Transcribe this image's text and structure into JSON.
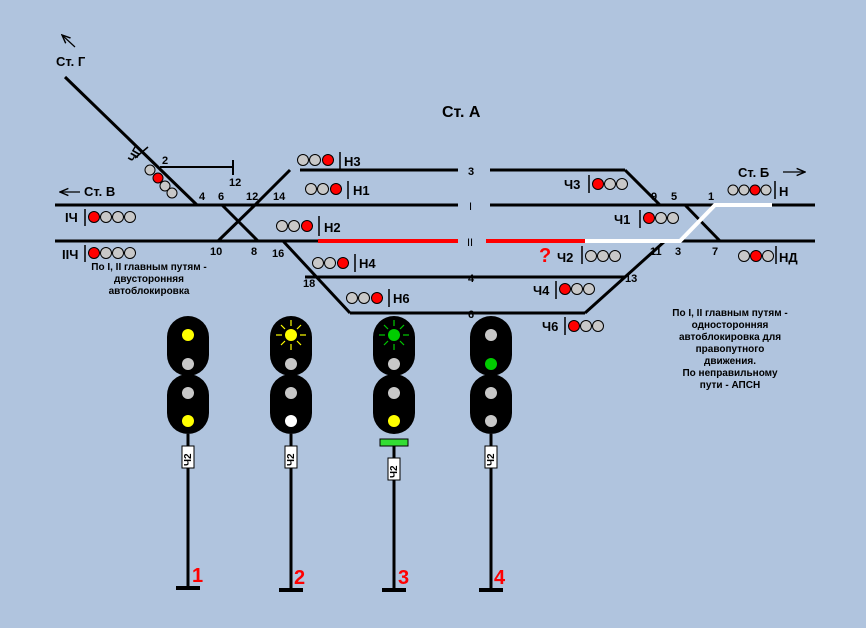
{
  "stations": {
    "center": "Ст. А",
    "left": "Ст. В",
    "top_left": "Ст. Г",
    "right": "Ст. Б"
  },
  "tracks": [
    "3",
    "I",
    "II",
    "4",
    "6"
  ],
  "switches": [
    "2",
    "12",
    "4",
    "6",
    "12",
    "14",
    "10",
    "8",
    "16",
    "18",
    "9",
    "5",
    "1",
    "11",
    "3",
    "7",
    "13"
  ],
  "signals": {
    "CHG": "ЧГ",
    "N3": "Н3",
    "N1": "Н1",
    "N2": "Н2",
    "N4": "Н4",
    "N6": "Н6",
    "ICH": "IЧ",
    "IICH": "IIЧ",
    "CH3": "Ч3",
    "CH1": "Ч1",
    "CH2": "Ч2",
    "CH4": "Ч4",
    "CH6": "Ч6",
    "N": "Н",
    "ND": "НД"
  },
  "question_mark": "?",
  "notes": {
    "left": [
      "По I,  II главным путям -",
      "двусторонняя",
      "автоблокировка"
    ],
    "right": [
      "По I, II главным путям -",
      "односторонняя",
      "автоблокировка для",
      "правопутного",
      "движения.",
      "По неправильному",
      "пути - АПСН"
    ]
  },
  "mast_plate": "Ч2",
  "options": [
    "1",
    "2",
    "3",
    "4"
  ],
  "colors": {
    "background": "#b0c4de",
    "red_route": "#ff0000",
    "white_route": "#ffffff",
    "yellow": "#ffff00",
    "green": "#00cc00",
    "lamp_off": "#c8c8c8",
    "label_red": "#ff0000"
  }
}
